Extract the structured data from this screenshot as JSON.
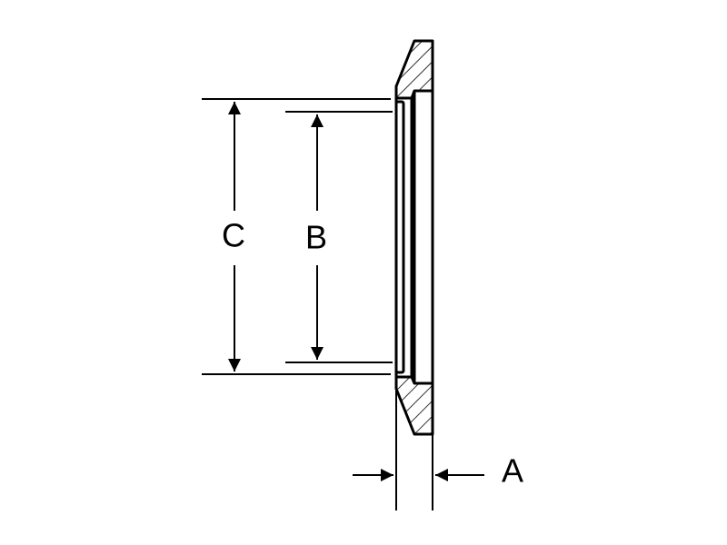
{
  "drawing": {
    "labels": {
      "a": "A",
      "b": "B",
      "c": "C"
    },
    "colors": {
      "line": "#000000",
      "background": "#ffffff"
    }
  }
}
